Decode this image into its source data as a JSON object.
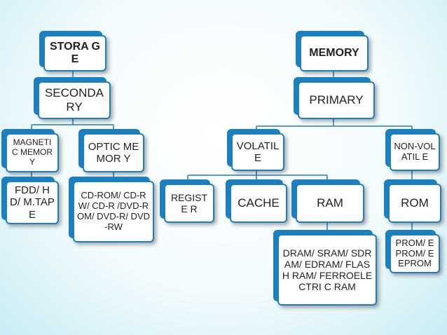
{
  "diagram": {
    "colors": {
      "accent": "#1c7fbe",
      "text": "#222222",
      "box_fill": "#ffffff"
    },
    "nodes": {
      "storage": "STORA GE",
      "secondary": "SECONDA RY",
      "magnetic_memory": "MAGNETI C MEMORY",
      "fdd_hd_mtape": "FDD/ HD/ M.TAPE",
      "optic_memory": "OPTIC MEMOR Y",
      "cd_dvd": "CD-ROM/ CD-RW/ CD-R /DVD-ROM/ DVD-R/ DVD-RW",
      "memory": "MEMORY",
      "primary": "PRIMARY",
      "volatile": "VOLATIL E",
      "non_volatile": "NON-VOLATIL E",
      "register": "REGISTE R",
      "cache": "CACHE",
      "ram": "RAM",
      "ram_types": "DRAM/ SRAM/ SDRAM/ EDRAM/ FLASH RAM/ FERROELECTRI C RAM",
      "rom": "ROM",
      "rom_types": "PROM/ EPROM/ EEPROM"
    }
  }
}
